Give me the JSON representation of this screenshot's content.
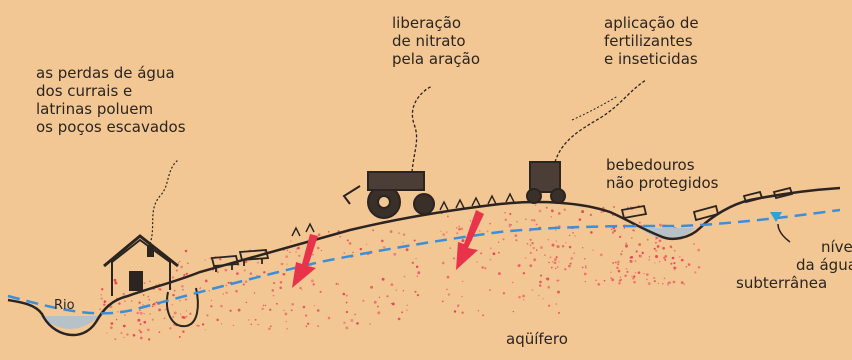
{
  "labels": {
    "wells": [
      "as perdas de água",
      "dos currais e",
      "latrinas poluem",
      "os poços escavados"
    ],
    "nitrate": [
      "liberação",
      "de nitrato",
      "pela aração"
    ],
    "fertilizers": [
      "aplicação de",
      "fertilizantes",
      "e inseticidas"
    ],
    "troughs": [
      "bebedouros",
      "não protegidos"
    ],
    "river": "Rio",
    "water_table": [
      "nível",
      "da água",
      "subterrânea"
    ],
    "aquifer": "aqüífero"
  },
  "colors": {
    "background": "#f3c794",
    "ground_line": "#2b2420",
    "water_table_line": "#3b8fd8",
    "pollution": "#e8334a",
    "water": "#b7c2c8",
    "marker": "#2aa3d8"
  }
}
